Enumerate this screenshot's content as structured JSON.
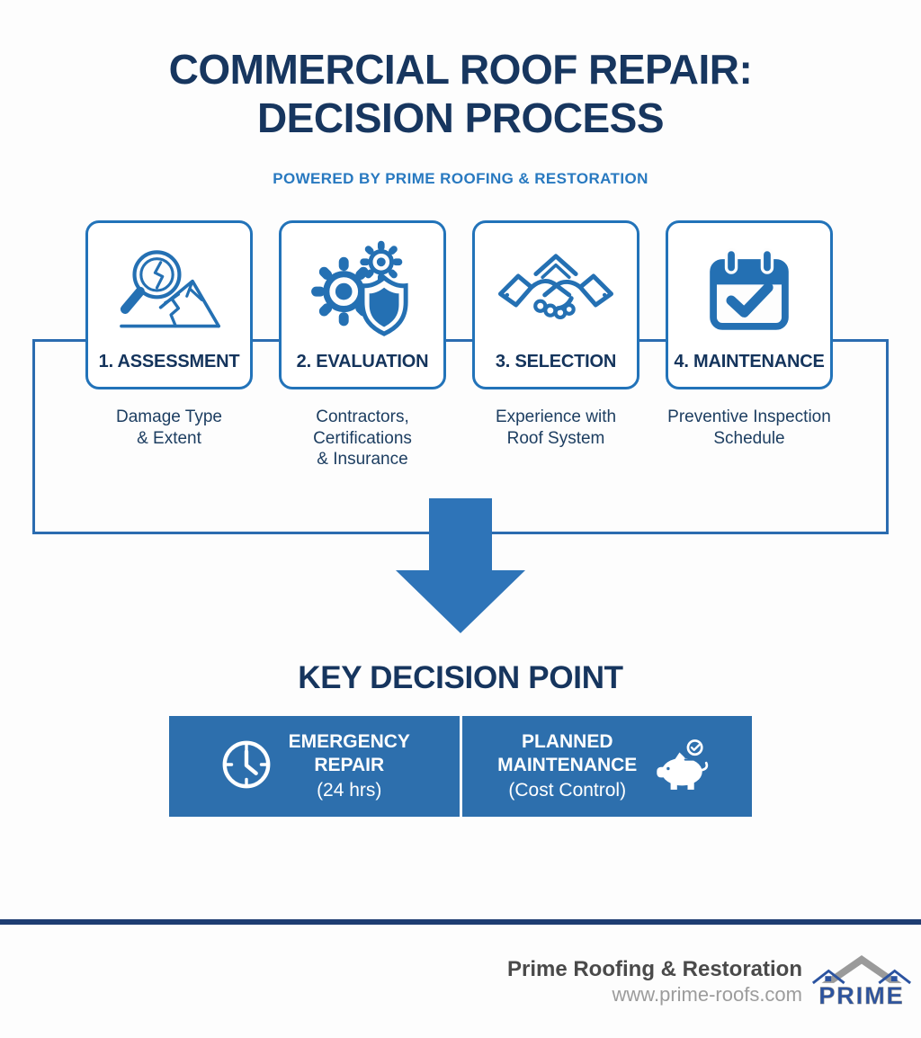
{
  "colors": {
    "title_navy": "#17365f",
    "accent_blue": "#2470b3",
    "arrow_blue": "#2e74b8",
    "box_blue": "#2d6fad",
    "bracket_blue": "#2b6cb0",
    "footer_bar_navy": "#1e3d72",
    "footer_gray": "#4a4a4a",
    "url_gray": "#9c9c9c"
  },
  "header": {
    "title": "COMMERCIAL ROOF REPAIR:\nDECISION PROCESS",
    "powered_by": "POWERED BY PRIME ROOFING & RESTORATION"
  },
  "steps": [
    {
      "label": "1. ASSESSMENT",
      "description": "Damage Type\n& Extent",
      "icon": "magnifier-damaged-roof-icon"
    },
    {
      "label": "2. EVALUATION",
      "description": "Contractors,\nCertifications\n& Insurance",
      "icon": "gears-shield-icon"
    },
    {
      "label": "3. SELECTION",
      "description": "Experience with\nRoof System",
      "icon": "handshake-icon"
    },
    {
      "label": "4. MAINTENANCE",
      "description": "Preventive Inspection\nSchedule",
      "icon": "calendar-check-icon"
    }
  ],
  "decision": {
    "heading": "KEY DECISION POINT",
    "options": [
      {
        "title": "EMERGENCY\nREPAIR",
        "subtitle": "(24 hrs)",
        "icon": "clock-icon"
      },
      {
        "title": "PLANNED\nMAINTENANCE",
        "subtitle": "(Cost Control)",
        "icon": "piggy-bank-icon"
      }
    ]
  },
  "footer": {
    "company": "Prime Roofing & Restoration",
    "website": "www.prime-roofs.com",
    "logo_text": "PRIME"
  }
}
